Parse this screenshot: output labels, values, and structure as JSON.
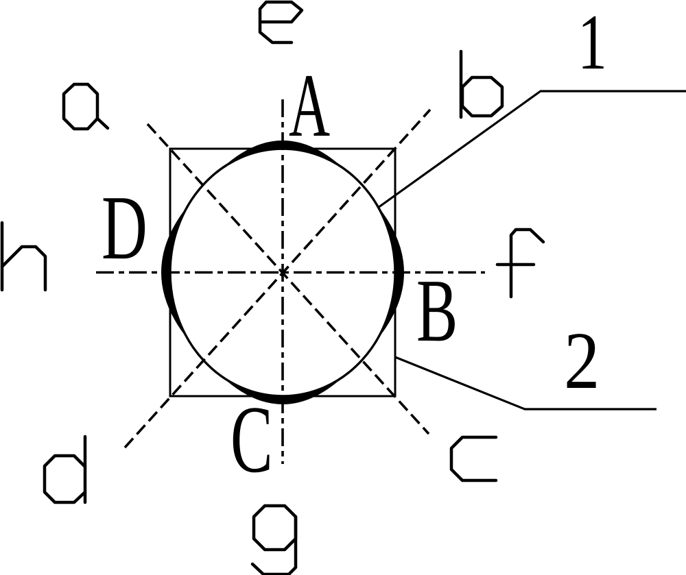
{
  "figure": {
    "description": "Technical drawing: circle inscribed in a square with center lines, diagonals, four thick contact arcs and leader callouts",
    "background_color": "#ffffff",
    "stroke_color": "#000000"
  },
  "labels": {
    "contact_top": "A",
    "contact_right": "B",
    "contact_bottom": "C",
    "contact_left": "D",
    "callout_1": "1",
    "callout_2": "2",
    "pos_e": "e",
    "pos_a": "a",
    "pos_b": "b",
    "pos_h": "h",
    "pos_f": "f",
    "pos_d": "d",
    "pos_g": "g",
    "pos_c": "c"
  }
}
